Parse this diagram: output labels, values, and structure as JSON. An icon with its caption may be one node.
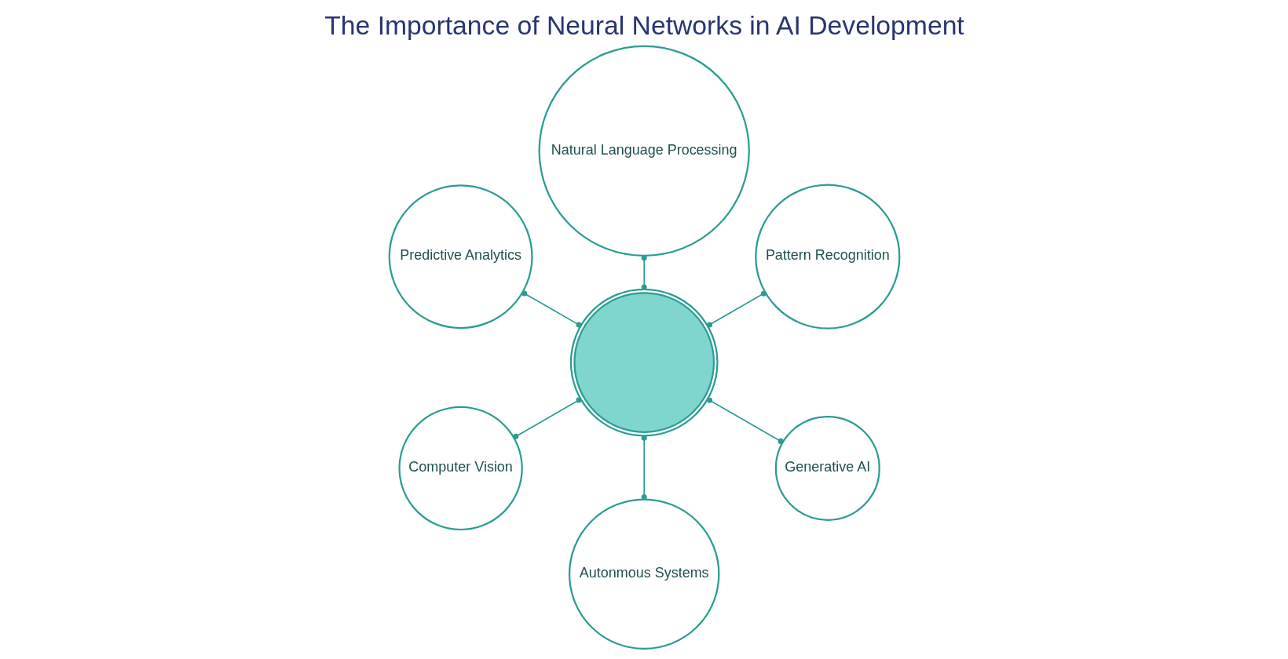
{
  "diagram": {
    "title": "The Importance of Neural Networks in AI Development",
    "nodes": [
      {
        "text": [],
        "shape": "picture"
      },
      {
        "text": [
          "Pattern Recognition"
        ]
      },
      {
        "text": [
          "Natural Language Processing"
        ]
      },
      {
        "text": [
          "Predictive Analytics"
        ]
      },
      {
        "text": [
          "Computer Vision"
        ]
      },
      {
        "text": [
          "Autonmous Systems"
        ]
      },
      {
        "text": [
          "Generative AI"
        ]
      }
    ],
    "edges": [
      {
        "from": 1,
        "to": 0,
        "arrow": "other"
      },
      {
        "from": 2,
        "to": 0,
        "arrow": "other"
      },
      {
        "from": 3,
        "to": 0,
        "arrow": "other"
      },
      {
        "from": 4,
        "to": 0,
        "arrow": "other"
      },
      {
        "from": 5,
        "to": 0,
        "arrow": "other"
      },
      {
        "from": 6,
        "to": 0,
        "arrow": "other"
      }
    ]
  }
}
